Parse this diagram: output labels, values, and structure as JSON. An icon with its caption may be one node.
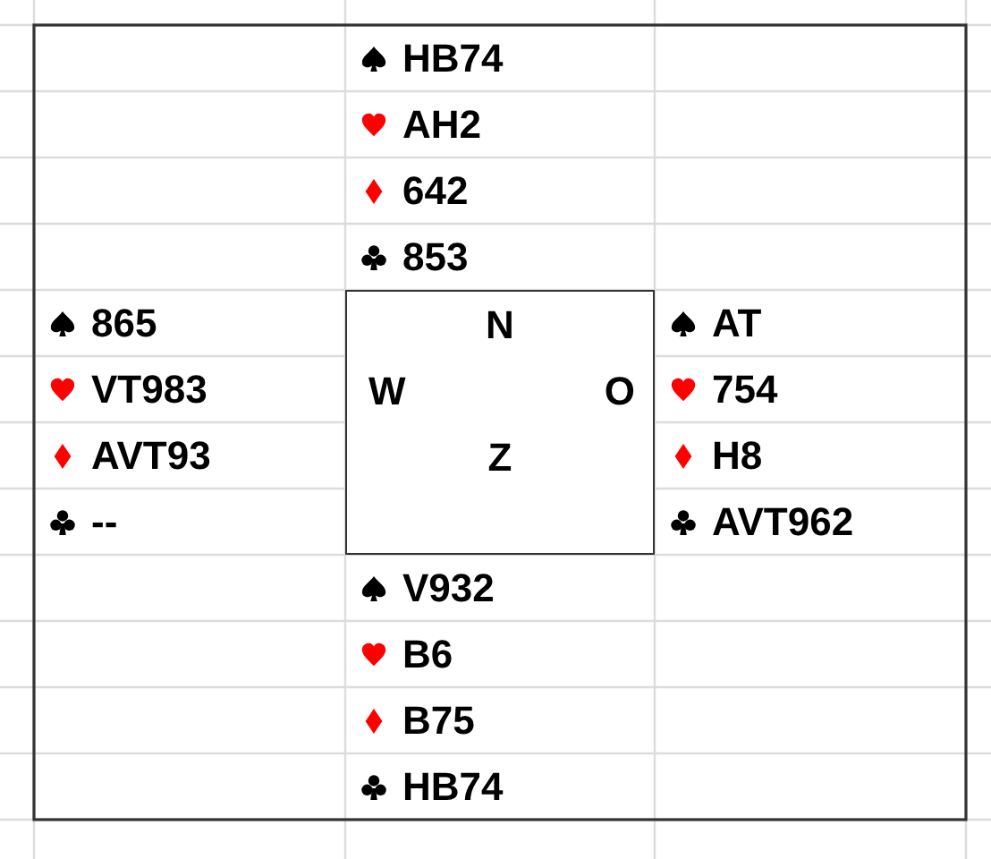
{
  "diagram": {
    "nodes": [
      {
        "text": [
          "N",
          "W",
          "O",
          "Z"
        ]
      }
    ],
    "labels": [
      "HB74",
      "AH2",
      "642",
      "853",
      "865",
      "AT",
      "VT983",
      "754",
      "AVT93",
      "H8",
      "--",
      "AVT962",
      "V932",
      "B6",
      "B75",
      "HB74"
    ]
  }
}
